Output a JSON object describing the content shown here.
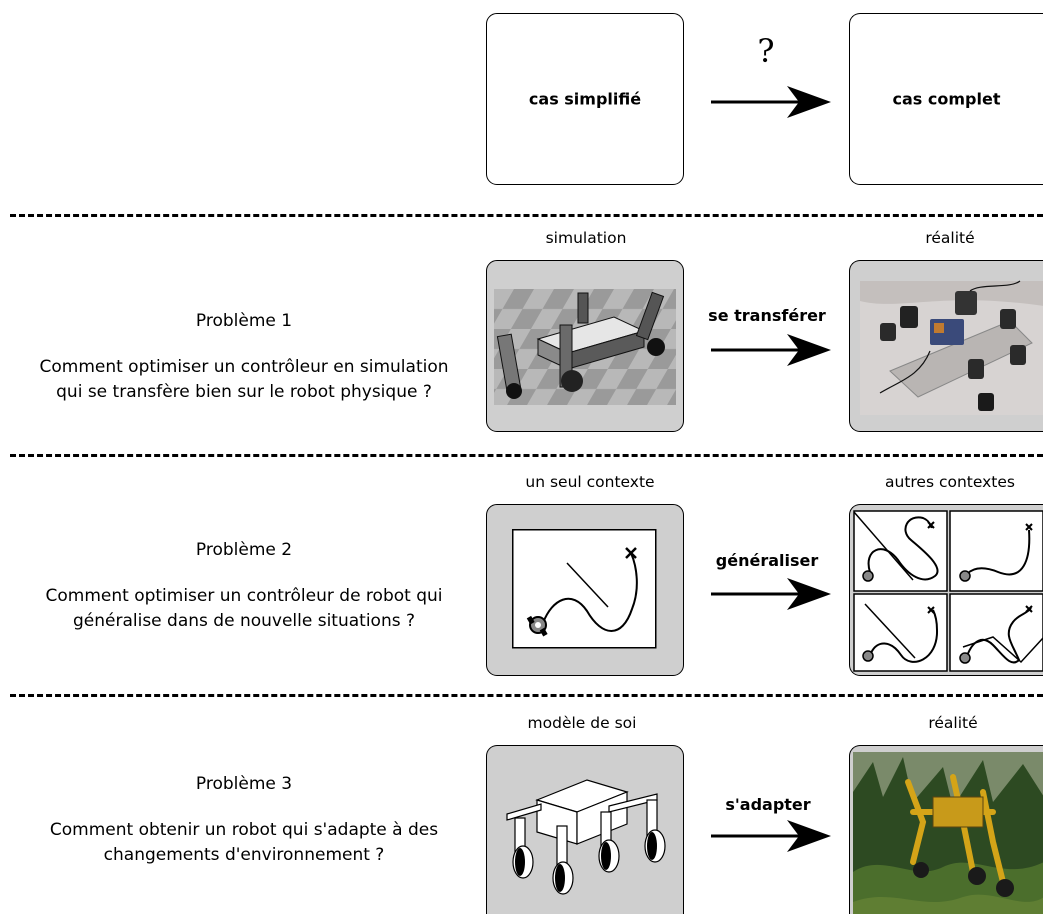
{
  "header": {
    "question_mark": "?",
    "left_box_label": "cas simplifié",
    "right_box_label": "cas complet"
  },
  "problems": [
    {
      "title": "Problème 1",
      "text_line1": "Comment optimiser un contrôleur en simulation",
      "text_line2": "qui se transfère bien sur le robot physique ?",
      "left_caption": "simulation",
      "arrow_label": "se transférer",
      "right_caption": "réalité"
    },
    {
      "title": "Problème 2",
      "text_line1": "Comment optimiser un contrôleur de robot qui",
      "text_line2": "généralise dans de nouvelle situations ?",
      "left_caption": "un seul contexte",
      "arrow_label": "généraliser",
      "right_caption": "autres contextes"
    },
    {
      "title": "Problème 3",
      "text_line1": "Comment obtenir un robot qui s'adapte à des",
      "text_line2": "changements d'environnement ?",
      "left_caption": "modèle de soi",
      "arrow_label": "s'adapter",
      "right_caption": "réalité"
    }
  ],
  "icons": {
    "arrow": "arrow-right-icon",
    "goal_marker": "cross-icon",
    "robot": "robot-icon"
  }
}
